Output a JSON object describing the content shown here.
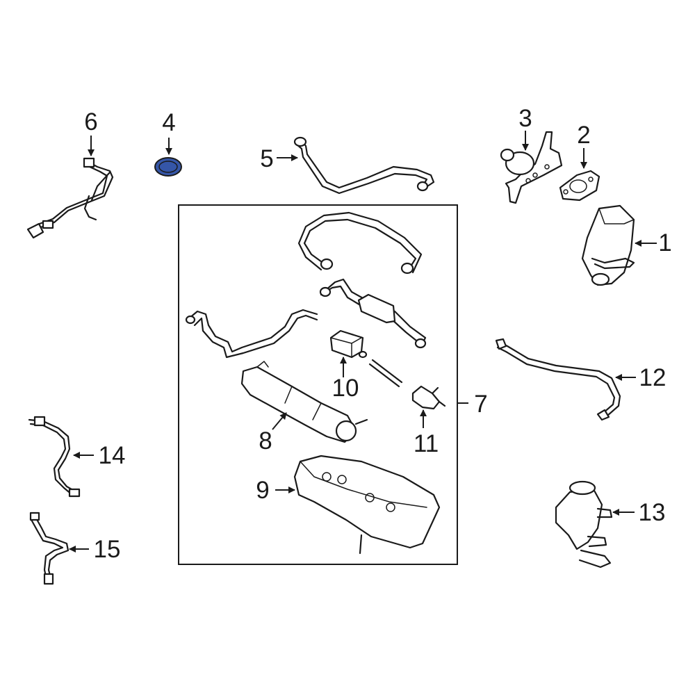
{
  "callouts": {
    "p1": "1",
    "p2": "2",
    "p3": "3",
    "p4": "4",
    "p5": "5",
    "p6": "6",
    "p7": "7",
    "p8": "8",
    "p9": "9",
    "p10": "10",
    "p11": "11",
    "p12": "12",
    "p13": "13",
    "p14": "14",
    "p15": "15"
  },
  "colors": {
    "highlight": "#3556a8",
    "line": "#1a1a1a",
    "background": "#ffffff"
  }
}
